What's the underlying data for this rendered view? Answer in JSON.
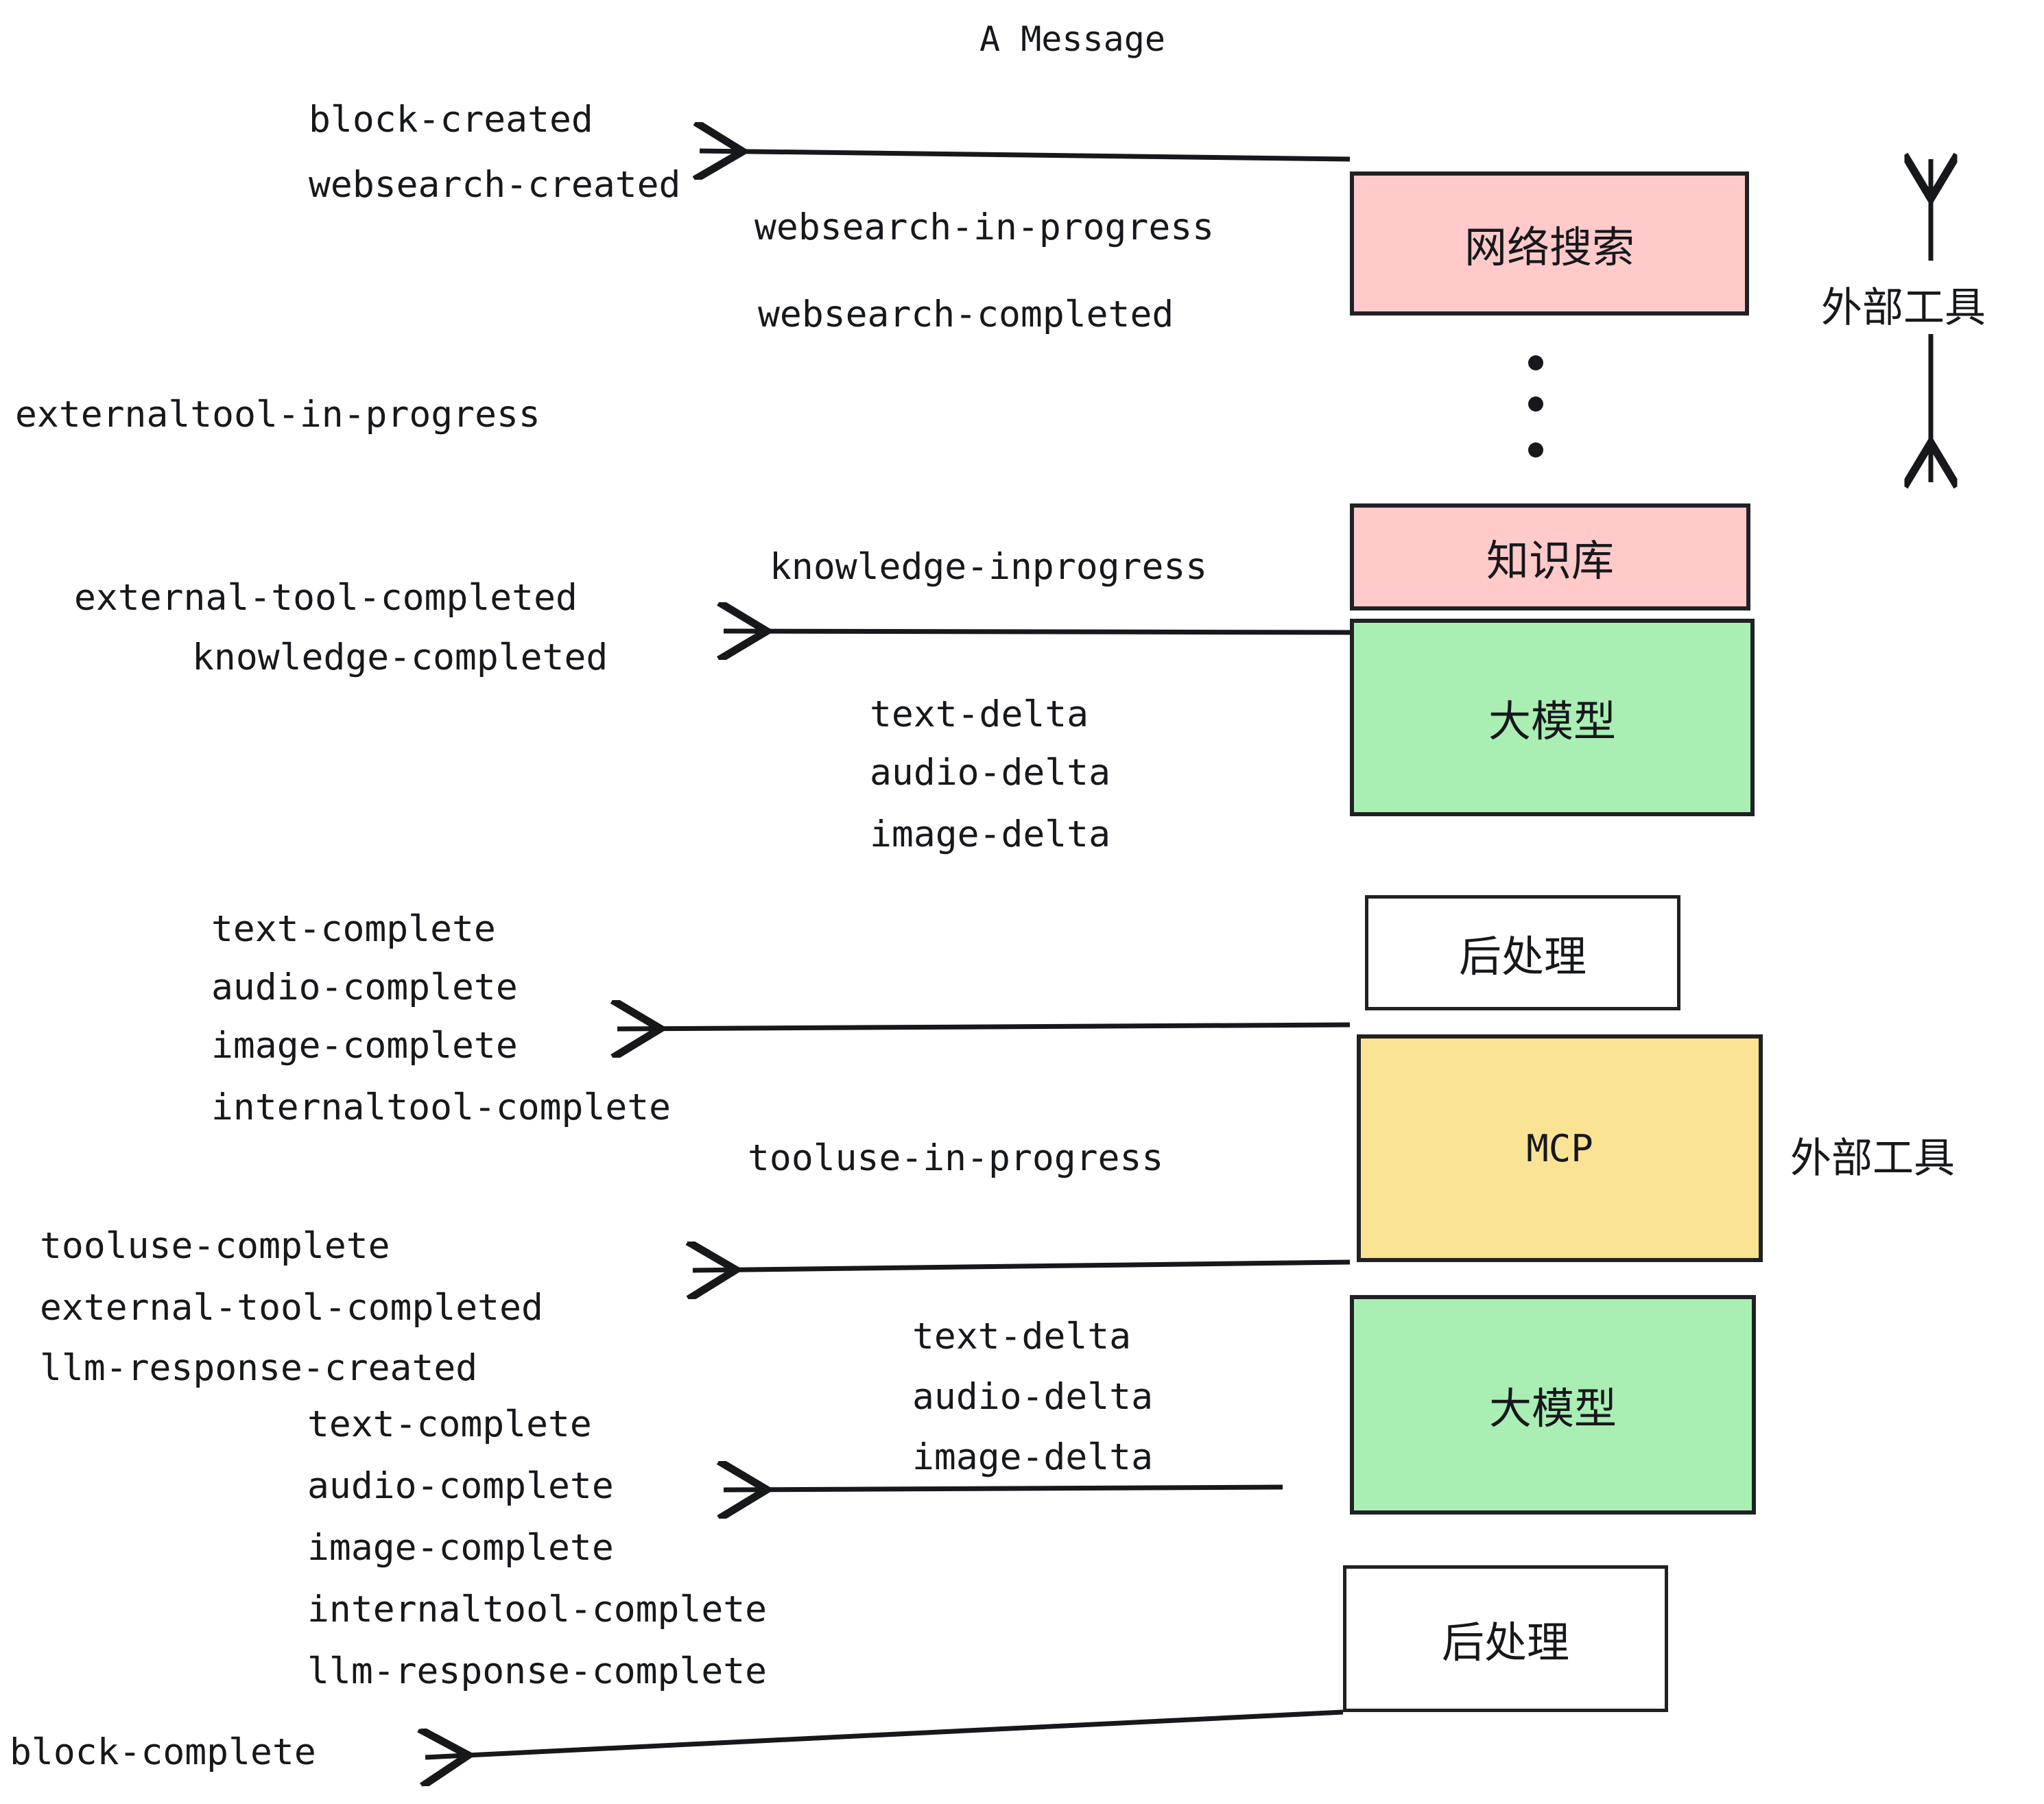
{
  "title": "A Message",
  "colors": {
    "pink": "#ffcac9",
    "green": "#a9eeb3",
    "yellow": "#fae394",
    "white": "#ffffff",
    "stroke": "#1f2125",
    "text": "#16181c"
  },
  "nodes": [
    {
      "id": "websearch",
      "label": "网络搜索",
      "fill": "pink"
    },
    {
      "id": "knowledge",
      "label": "知识库",
      "fill": "pink"
    },
    {
      "id": "llm-1",
      "label": "大模型",
      "fill": "green"
    },
    {
      "id": "postprocess-1",
      "label": "后处理",
      "fill": "white"
    },
    {
      "id": "mcp",
      "label": "MCP",
      "fill": "yellow"
    },
    {
      "id": "llm-2",
      "label": "大模型",
      "fill": "green"
    },
    {
      "id": "postprocess-2",
      "label": "后处理",
      "fill": "white"
    }
  ],
  "side_labels": [
    {
      "id": "external-tools-top",
      "text": "外部工具"
    },
    {
      "id": "external-tools-bottom",
      "text": "外部工具"
    }
  ],
  "events": [
    {
      "id": "e01",
      "text": "block-created"
    },
    {
      "id": "e02",
      "text": "websearch-created"
    },
    {
      "id": "e03",
      "text": "websearch-in-progress"
    },
    {
      "id": "e04",
      "text": "websearch-completed"
    },
    {
      "id": "e05",
      "text": "externaltool-in-progress"
    },
    {
      "id": "e06",
      "text": "knowledge-inprogress"
    },
    {
      "id": "e07",
      "text": "external-tool-completed"
    },
    {
      "id": "e08",
      "text": "knowledge-completed"
    },
    {
      "id": "e09",
      "text": "text-delta"
    },
    {
      "id": "e10",
      "text": "audio-delta"
    },
    {
      "id": "e11",
      "text": "image-delta"
    },
    {
      "id": "e12",
      "text": "text-complete"
    },
    {
      "id": "e13",
      "text": "audio-complete"
    },
    {
      "id": "e14",
      "text": "image-complete"
    },
    {
      "id": "e15",
      "text": "internaltool-complete"
    },
    {
      "id": "e16",
      "text": "tooluse-in-progress"
    },
    {
      "id": "e17",
      "text": "tooluse-complete"
    },
    {
      "id": "e18",
      "text": "external-tool-completed"
    },
    {
      "id": "e19",
      "text": "llm-response-created"
    },
    {
      "id": "e20",
      "text": "text-complete"
    },
    {
      "id": "e21",
      "text": "audio-complete"
    },
    {
      "id": "e22",
      "text": "image-complete"
    },
    {
      "id": "e23",
      "text": "internaltool-complete"
    },
    {
      "id": "e24",
      "text": "llm-response-complete"
    },
    {
      "id": "e25",
      "text": "text-delta"
    },
    {
      "id": "e26",
      "text": "audio-delta"
    },
    {
      "id": "e27",
      "text": "image-delta"
    },
    {
      "id": "e28",
      "text": "block-complete"
    }
  ]
}
